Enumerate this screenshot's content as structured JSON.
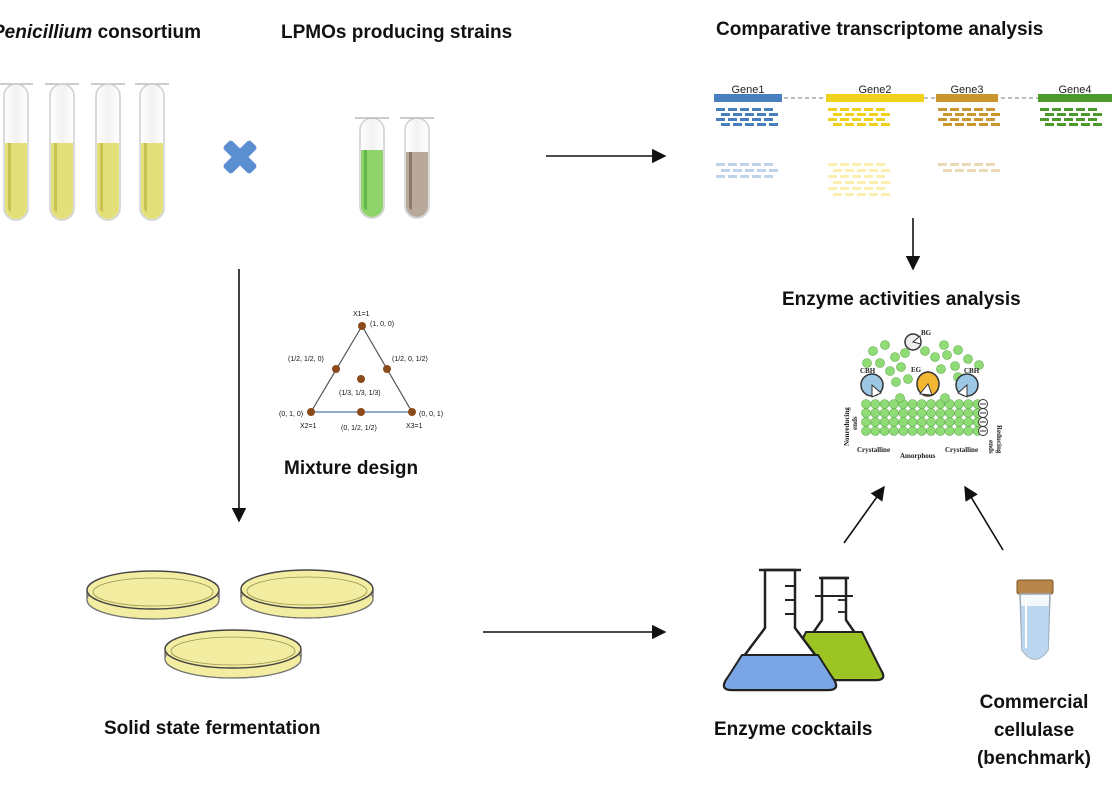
{
  "labels": {
    "consortium_italic": "Penicillium",
    "consortium_rest": " consortium",
    "lpmo": "LPMOs producing strains",
    "transcriptome": "Comparative transcriptome analysis",
    "enzyme_activities": "Enzyme activities analysis",
    "mixture": "Mixture design",
    "ssf": "Solid state fermentation",
    "cocktails": "Enzyme cocktails",
    "commercial_1": "Commercial",
    "commercial_2": "cellulase",
    "commercial_3": "(benchmark)"
  },
  "genes": [
    "Gene1",
    "Gene2",
    "Gene3",
    "Gene4"
  ],
  "gene_colors": [
    "#4a7fbf",
    "#f0d21e",
    "#c9962f",
    "#4b9a2b"
  ],
  "mixture": {
    "top_label": "X1=1",
    "left_label": "X2=1",
    "right_label": "X3=1",
    "p_top": "(1, 0, 0)",
    "p_left": "(0, 1, 0)",
    "p_right": "(0, 0, 1)",
    "p_mid_left": "(1/2, 1/2, 0)",
    "p_mid_right": "(1/2, 0, 1/2)",
    "p_center": "(1/3, 1/3, 1/3)",
    "p_bottom": "(0, 1/2, 1/2)"
  },
  "enzyme_diagram": {
    "bg": "BG",
    "eg": "EG",
    "cbh_left": "CBH",
    "cbh_right": "CBH",
    "nonreducing_1": "Nonreducing",
    "nonreducing_2": "ends",
    "reducing_1": "Reducing",
    "reducing_2": "ends",
    "crystalline_left": "Crystalline",
    "amorphous": "Amorphous",
    "crystalline_right": "Crystalline"
  },
  "colors": {
    "tube_liquid": "#e3e07a",
    "cross": "#5b8fd1",
    "petri": "#f2eda0",
    "flask_blue": "#7aa6e6",
    "flask_green": "#9cc423",
    "dot_green": "#8fdc77",
    "eg_orange": "#f2b632",
    "cbh_blue": "#9cc8e6"
  }
}
